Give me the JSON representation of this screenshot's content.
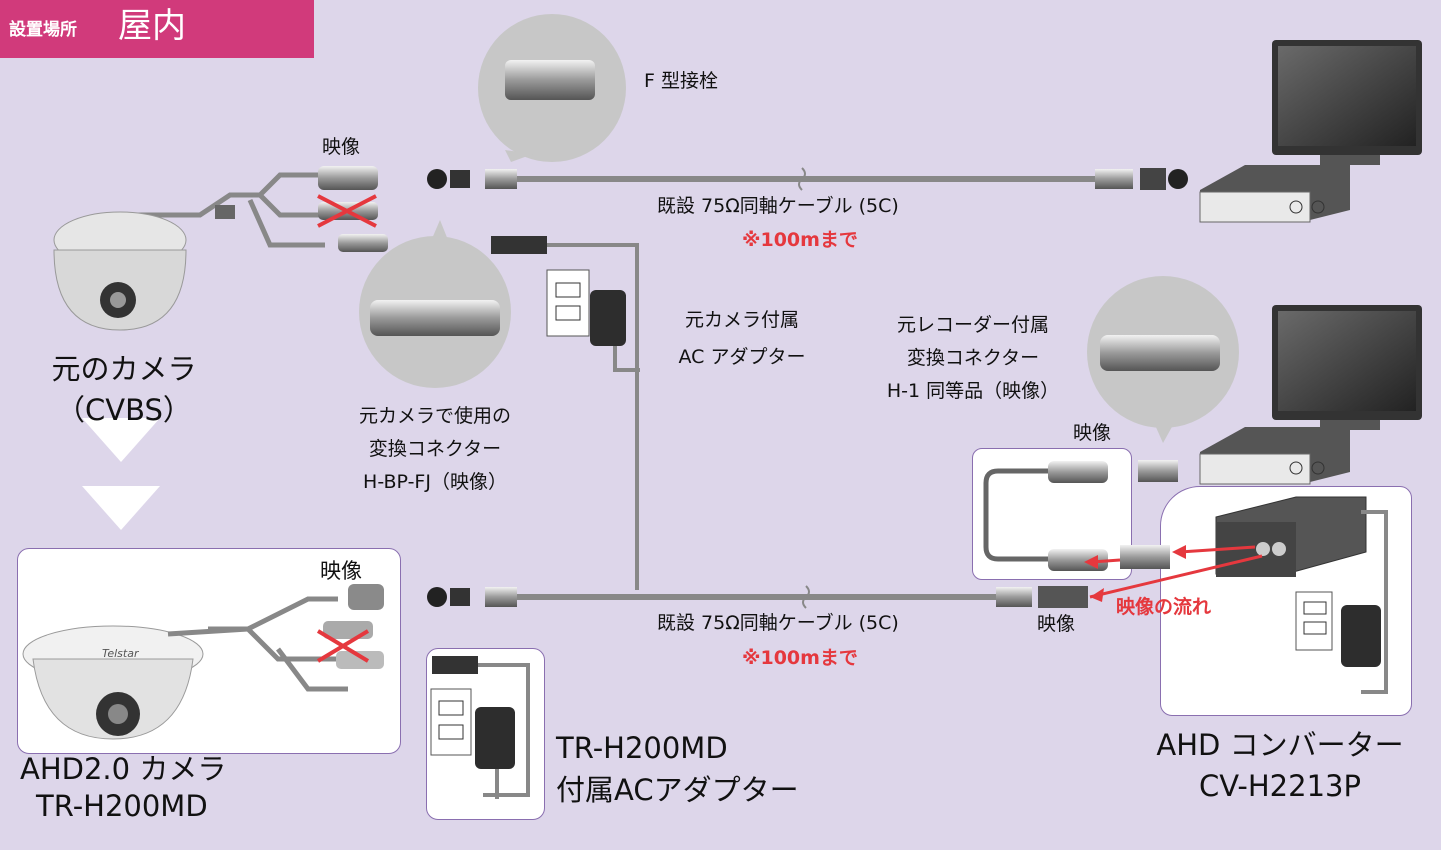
{
  "header": {
    "badge_small": "設置場所",
    "badge_large": "屋内"
  },
  "connectors": {
    "f_type": "F 型接栓",
    "h_bp_fj": [
      "元カメラで使用の",
      "変換コネクター",
      "H-BP-FJ（映像）"
    ],
    "h1": [
      "元レコーダー付属",
      "変換コネクター",
      "H-1 同等品（映像）"
    ]
  },
  "labels": {
    "video": "映像",
    "video_flow": "映像の流れ"
  },
  "cable": {
    "label": "既設 75Ω同軸ケーブル (5C)",
    "limit": "※100mまで"
  },
  "old_camera": {
    "name": "元のカメラ",
    "type": "（CVBS）"
  },
  "old_adapter": [
    "元カメラ付属",
    "AC アダプター"
  ],
  "new_camera": {
    "name": "AHD2.0 カメラ",
    "model": "TR-H200MD",
    "brand": "Telstar"
  },
  "new_adapter": [
    "TR-H200MD",
    "付属ACアダプター"
  ],
  "converter": {
    "name": "AHD コンバーター",
    "model": "CV-H2213P"
  },
  "colors": {
    "background": "#ddd6ea",
    "badge": "#d13a7b",
    "flow_arrow": "#e5383e",
    "box_border": "#8a6fb0"
  }
}
